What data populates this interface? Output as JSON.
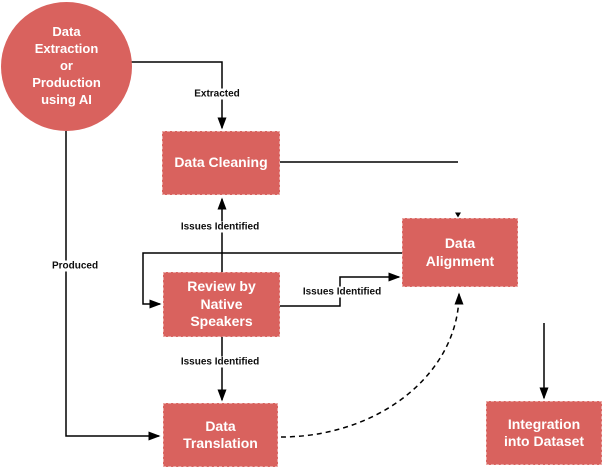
{
  "diagram": {
    "type": "flowchart",
    "colors": {
      "node_fill": "#d9625e",
      "node_text": "#ffffff",
      "connector": "#000000",
      "background": "#ffffff"
    },
    "nodes": {
      "extraction": {
        "label": "Data\nExtraction\nor\nProduction\nusing AI",
        "shape": "circle"
      },
      "cleaning": {
        "label": "Data Cleaning",
        "shape": "rect"
      },
      "review": {
        "label": "Review by\nNative\nSpeakers",
        "shape": "rect"
      },
      "alignment": {
        "label": "Data\nAlignment",
        "shape": "rect"
      },
      "translation": {
        "label": "Data\nTranslation",
        "shape": "rect"
      },
      "integration": {
        "label": "Integration\ninto Dataset",
        "shape": "rect"
      }
    },
    "edge_labels": {
      "extracted": "Extracted",
      "produced": "Produced",
      "issues_to_cleaning": "Issues Identified",
      "issues_to_alignment": "Issues Identified",
      "issues_to_translation": "Issues Identified"
    },
    "edges": [
      {
        "from": "extraction",
        "to": "cleaning",
        "label": "Extracted",
        "style": "solid"
      },
      {
        "from": "extraction",
        "to": "translation",
        "label": "Produced",
        "style": "solid"
      },
      {
        "from": "review",
        "to": "cleaning",
        "label": "Issues Identified",
        "style": "solid"
      },
      {
        "from": "cleaning",
        "to": "alignment",
        "label": "",
        "style": "solid"
      },
      {
        "from": "alignment",
        "to": "review",
        "label": "",
        "style": "solid"
      },
      {
        "from": "review",
        "to": "alignment",
        "label": "Issues Identified",
        "style": "solid"
      },
      {
        "from": "review",
        "to": "translation",
        "label": "Issues Identified",
        "style": "solid"
      },
      {
        "from": "translation",
        "to": "alignment",
        "label": "",
        "style": "dashed"
      },
      {
        "from": null,
        "to": "integration",
        "label": "",
        "style": "solid"
      }
    ]
  }
}
